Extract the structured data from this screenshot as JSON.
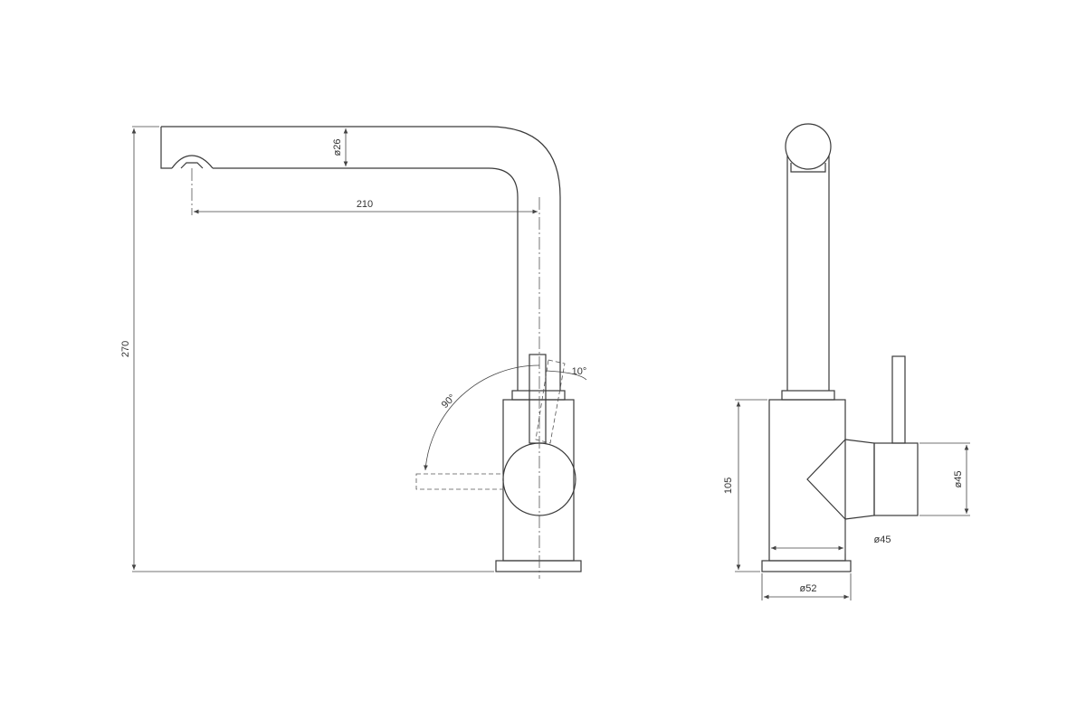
{
  "dimensions": {
    "total_height": "270",
    "spout_diameter": "ø26",
    "reach": "210",
    "lever_rotation": "90°",
    "lever_tilt": "10°",
    "body_height": "105",
    "handle_diameter": "ø45",
    "body_diameter": "ø45",
    "base_diameter": "ø52"
  },
  "colors": {
    "line": "#3a3a3a",
    "background": "#ffffff"
  }
}
